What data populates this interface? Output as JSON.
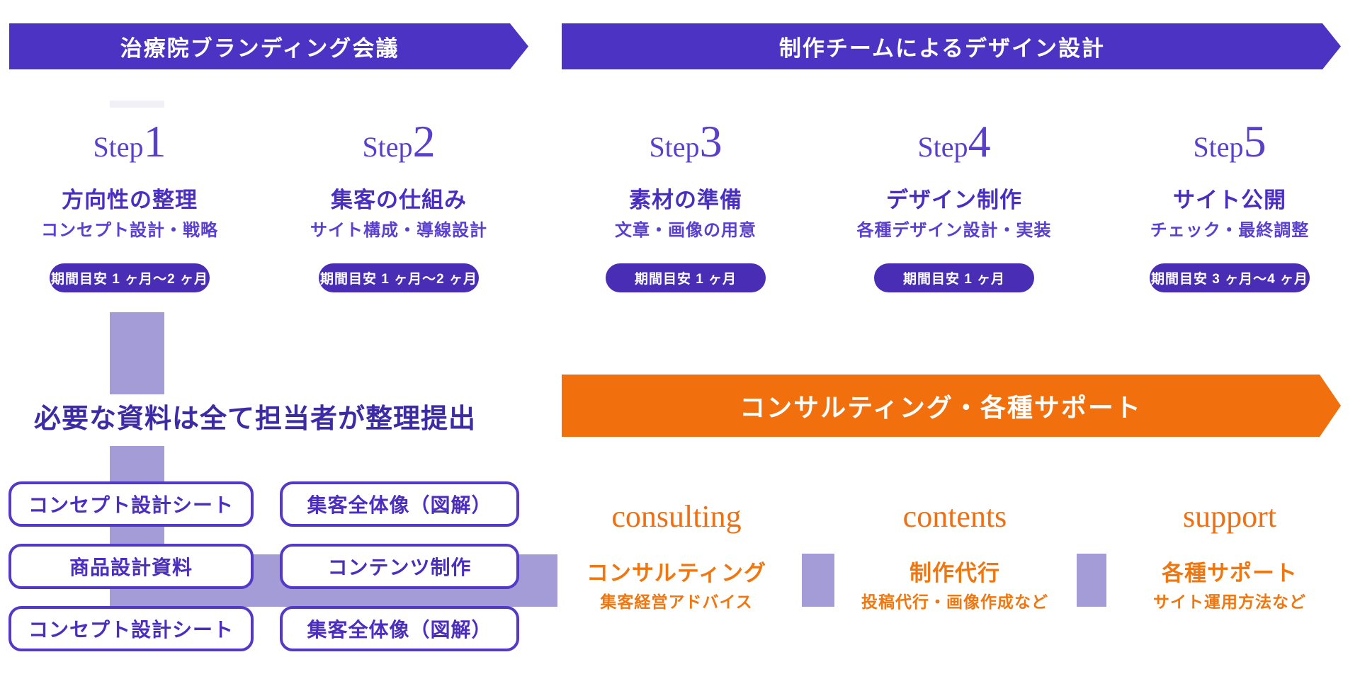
{
  "banners": {
    "phase1": "治療院ブランディング会議",
    "phase2": "制作チームによるデザイン設計",
    "support": "コンサルティング・各種サポート"
  },
  "steps": [
    {
      "prefix": "Step",
      "number": "1",
      "title": "方向性の整理",
      "subtitle": "コンセプト設計・戦略",
      "duration": "期間目安 1 ヶ月〜2 ヶ月"
    },
    {
      "prefix": "Step",
      "number": "2",
      "title": "集客の仕組み",
      "subtitle": "サイト構成・導線設計",
      "duration": "期間目安 1 ヶ月〜2 ヶ月"
    },
    {
      "prefix": "Step",
      "number": "3",
      "title": "素材の準備",
      "subtitle": "文章・画像の用意",
      "duration": "期間目安 1 ヶ月"
    },
    {
      "prefix": "Step",
      "number": "4",
      "title": "デザイン制作",
      "subtitle": "各種デザイン設計・実装",
      "duration": "期間目安 1 ヶ月"
    },
    {
      "prefix": "Step",
      "number": "5",
      "title": "サイト公開",
      "subtitle": "チェック・最終調整",
      "duration": "期間目安 3 ヶ月〜4 ヶ月"
    }
  ],
  "deliverables": {
    "headline": "必要な資料は全て担当者が整理提出",
    "rows": [
      {
        "col1": "コンセプト設計シート",
        "col2": "集客全体像（図解）"
      },
      {
        "col1": "商品設計資料",
        "col2": "コンテンツ制作"
      },
      {
        "col1": "コンセプト設計シート",
        "col2": "集客全体像（図解）"
      }
    ]
  },
  "services": [
    {
      "en": "consulting",
      "title": "コンサルティング",
      "subtitle": "集客経営アドバイス"
    },
    {
      "en": "contents",
      "title": "制作代行",
      "subtitle": "投稿代行・画像作成など"
    },
    {
      "en": "support",
      "title": "各種サポート",
      "subtitle": "サイト運用方法など"
    }
  ],
  "colors": {
    "banner_purple": "#4C33C4",
    "pill_purple": "#4A2DB5",
    "step_text_purple": "#4A2EC0",
    "headline_indigo": "#3D2BA5",
    "connector_light_purple": "#A49CD6",
    "box_border_purple": "#5438C8",
    "banner_orange": "#F26F0D",
    "service_text_orange": "#EE7014"
  }
}
